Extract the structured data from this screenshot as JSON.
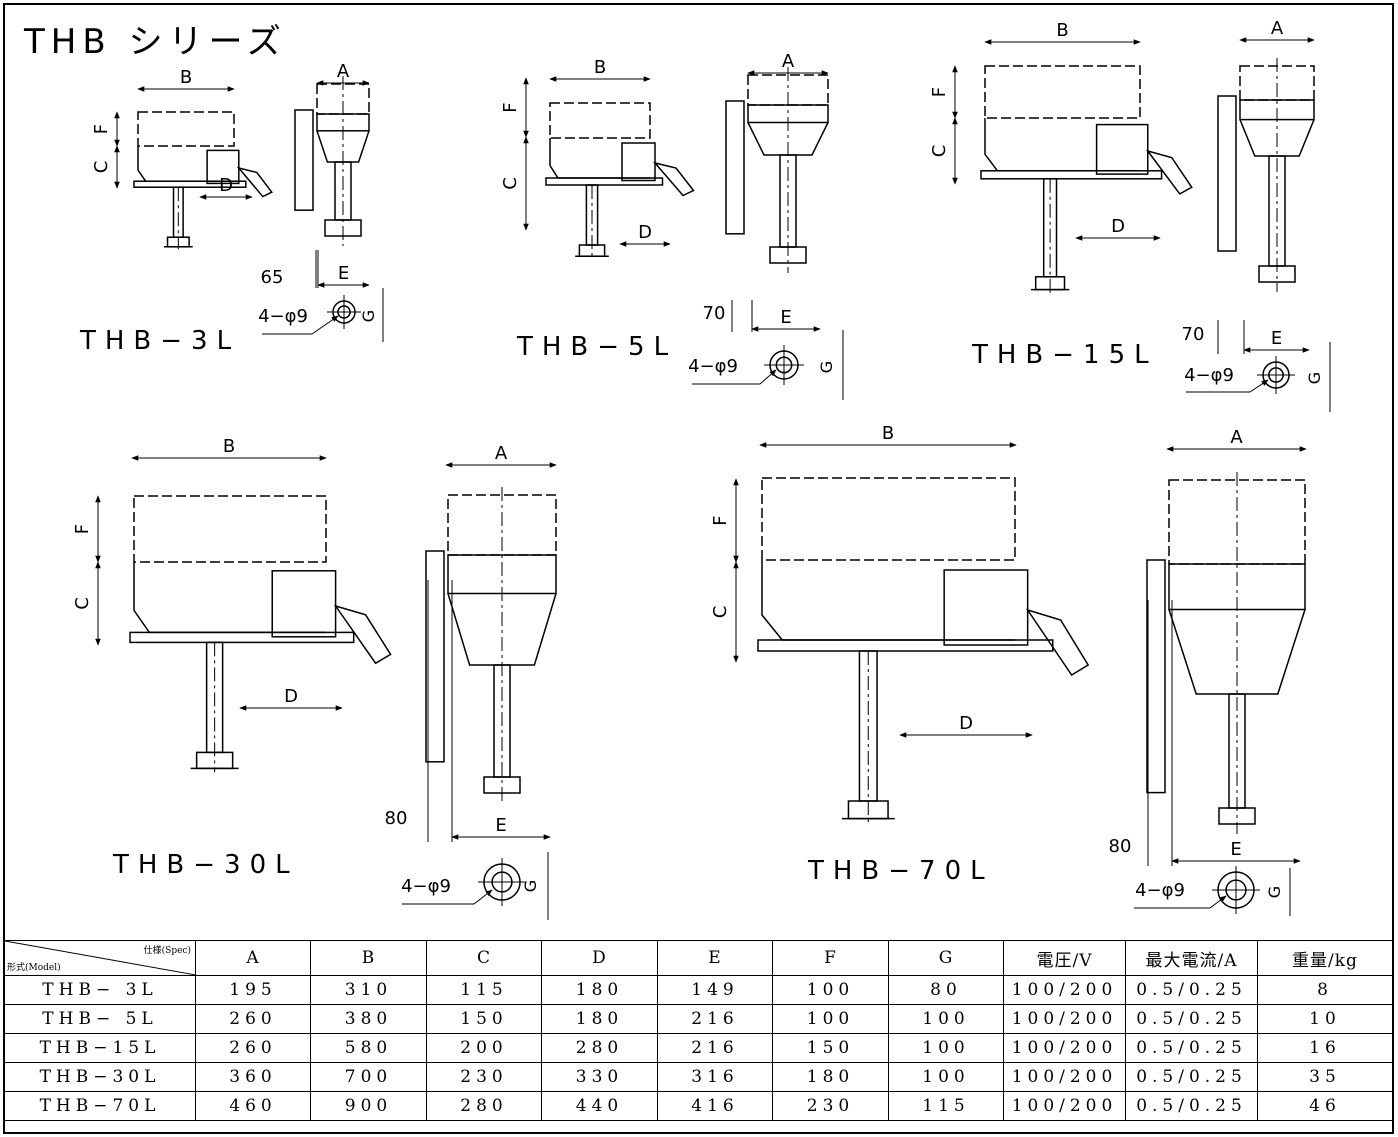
{
  "title": "THB シリーズ",
  "models": [
    {
      "name": "THB−3L"
    },
    {
      "name": "THB−5L"
    },
    {
      "name": "THB−15L"
    },
    {
      "name": "THB−30L"
    },
    {
      "name": "THB−70L"
    }
  ],
  "dim_labels": {
    "a": "A",
    "b": "B",
    "c": "C",
    "d": "D",
    "e": "E",
    "f": "F",
    "g": "G"
  },
  "offsets": {
    "thb3l": "65",
    "thb5l": "70",
    "thb15l": "70",
    "thb30l": "80",
    "thb70l": "80"
  },
  "hole_label": "4−φ9",
  "table": {
    "corner_spec": "仕様(Spec)",
    "corner_model": "形式(Model)",
    "headers": [
      "A",
      "B",
      "C",
      "D",
      "E",
      "F",
      "G",
      "電圧/V",
      "最大電流/A",
      "重量/kg"
    ],
    "rows": [
      [
        "THB− 3L",
        "195",
        "310",
        "115",
        "180",
        "149",
        "100",
        "80",
        "100/200",
        "0.5/0.25",
        "8"
      ],
      [
        "THB− 5L",
        "260",
        "380",
        "150",
        "180",
        "216",
        "100",
        "100",
        "100/200",
        "0.5/0.25",
        "10"
      ],
      [
        "THB−15L",
        "260",
        "580",
        "200",
        "280",
        "216",
        "150",
        "100",
        "100/200",
        "0.5/0.25",
        "16"
      ],
      [
        "THB−30L",
        "360",
        "700",
        "230",
        "330",
        "316",
        "180",
        "100",
        "100/200",
        "0.5/0.25",
        "35"
      ],
      [
        "THB−70L",
        "460",
        "900",
        "280",
        "440",
        "416",
        "230",
        "115",
        "100/200",
        "0.5/0.25",
        "46"
      ]
    ]
  }
}
